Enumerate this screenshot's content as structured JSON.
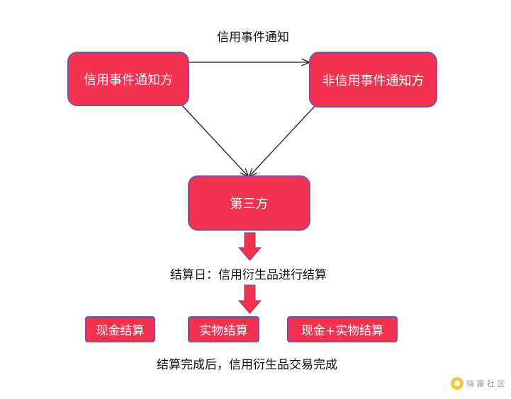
{
  "top_label": "信用事件通知",
  "nodes": {
    "notifier": "信用事件通知方",
    "non_notifier": "非信用事件通知方",
    "third_party": "第三方"
  },
  "settlement_day_label": "结算日：信用衍生品进行结算",
  "settlement_options": [
    "现金结算",
    "实物结算",
    "现金+实物结算"
  ],
  "completion_label": "结算完成后，信用衍生品交易完成",
  "watermark": "晓 嬴 社 区",
  "colors": {
    "box_fill": "#f2324f",
    "box_border": "#7e4fa8",
    "arrow_fill": "#f2324f"
  }
}
